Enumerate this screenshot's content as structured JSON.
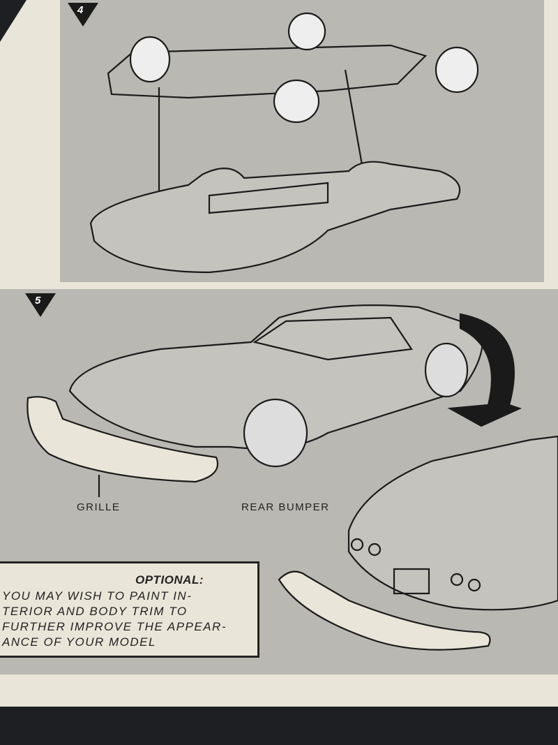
{
  "steps": [
    {
      "number": "4"
    },
    {
      "number": "5"
    }
  ],
  "labels": {
    "grille": "GRILLE",
    "rear_bumper": "REAR BUMPER"
  },
  "optional": {
    "heading": "OPTIONAL:",
    "lines": [
      "YOU MAY WISH TO PAINT IN-",
      "TERIOR AND BODY TRIM TO",
      "FURTHER IMPROVE THE APPEAR-",
      "ANCE OF YOUR MODEL"
    ]
  },
  "colors": {
    "panel": "#b9b8b3",
    "paper": "#e9e5d8",
    "ink": "#1a1a1a"
  }
}
